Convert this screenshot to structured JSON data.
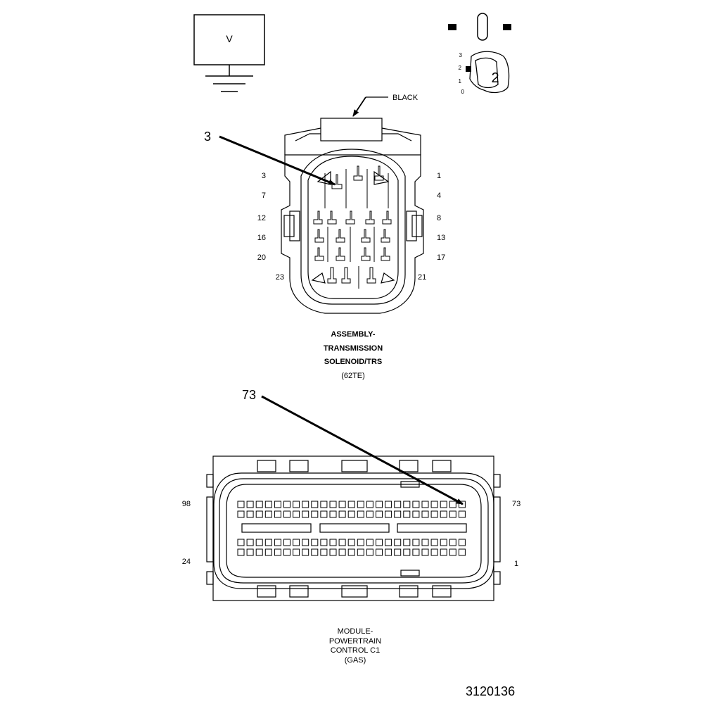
{
  "meter": {
    "symbol": "V"
  },
  "probe_legend": {
    "scale": [
      "3",
      "2",
      "1",
      "0"
    ],
    "setting": "2"
  },
  "connector_top": {
    "color_callout": "BLACK",
    "probe_pin": "3",
    "pin_labels_left": [
      "3",
      "7",
      "12",
      "16",
      "20",
      "23"
    ],
    "pin_labels_right": [
      "1",
      "4",
      "8",
      "13",
      "17",
      "21"
    ],
    "title_lines": [
      "ASSEMBLY-",
      "TRANSMISSION",
      "SOLENOID/TRS",
      "(62TE)"
    ]
  },
  "connector_bottom": {
    "probe_pin": "73",
    "pin_labels_left": [
      "98",
      "24"
    ],
    "pin_labels_right": [
      "73",
      "1"
    ],
    "title_lines": [
      "MODULE-",
      "POWERTRAIN",
      "CONTROL C1",
      "(GAS)"
    ]
  },
  "figure_number": "3120136"
}
